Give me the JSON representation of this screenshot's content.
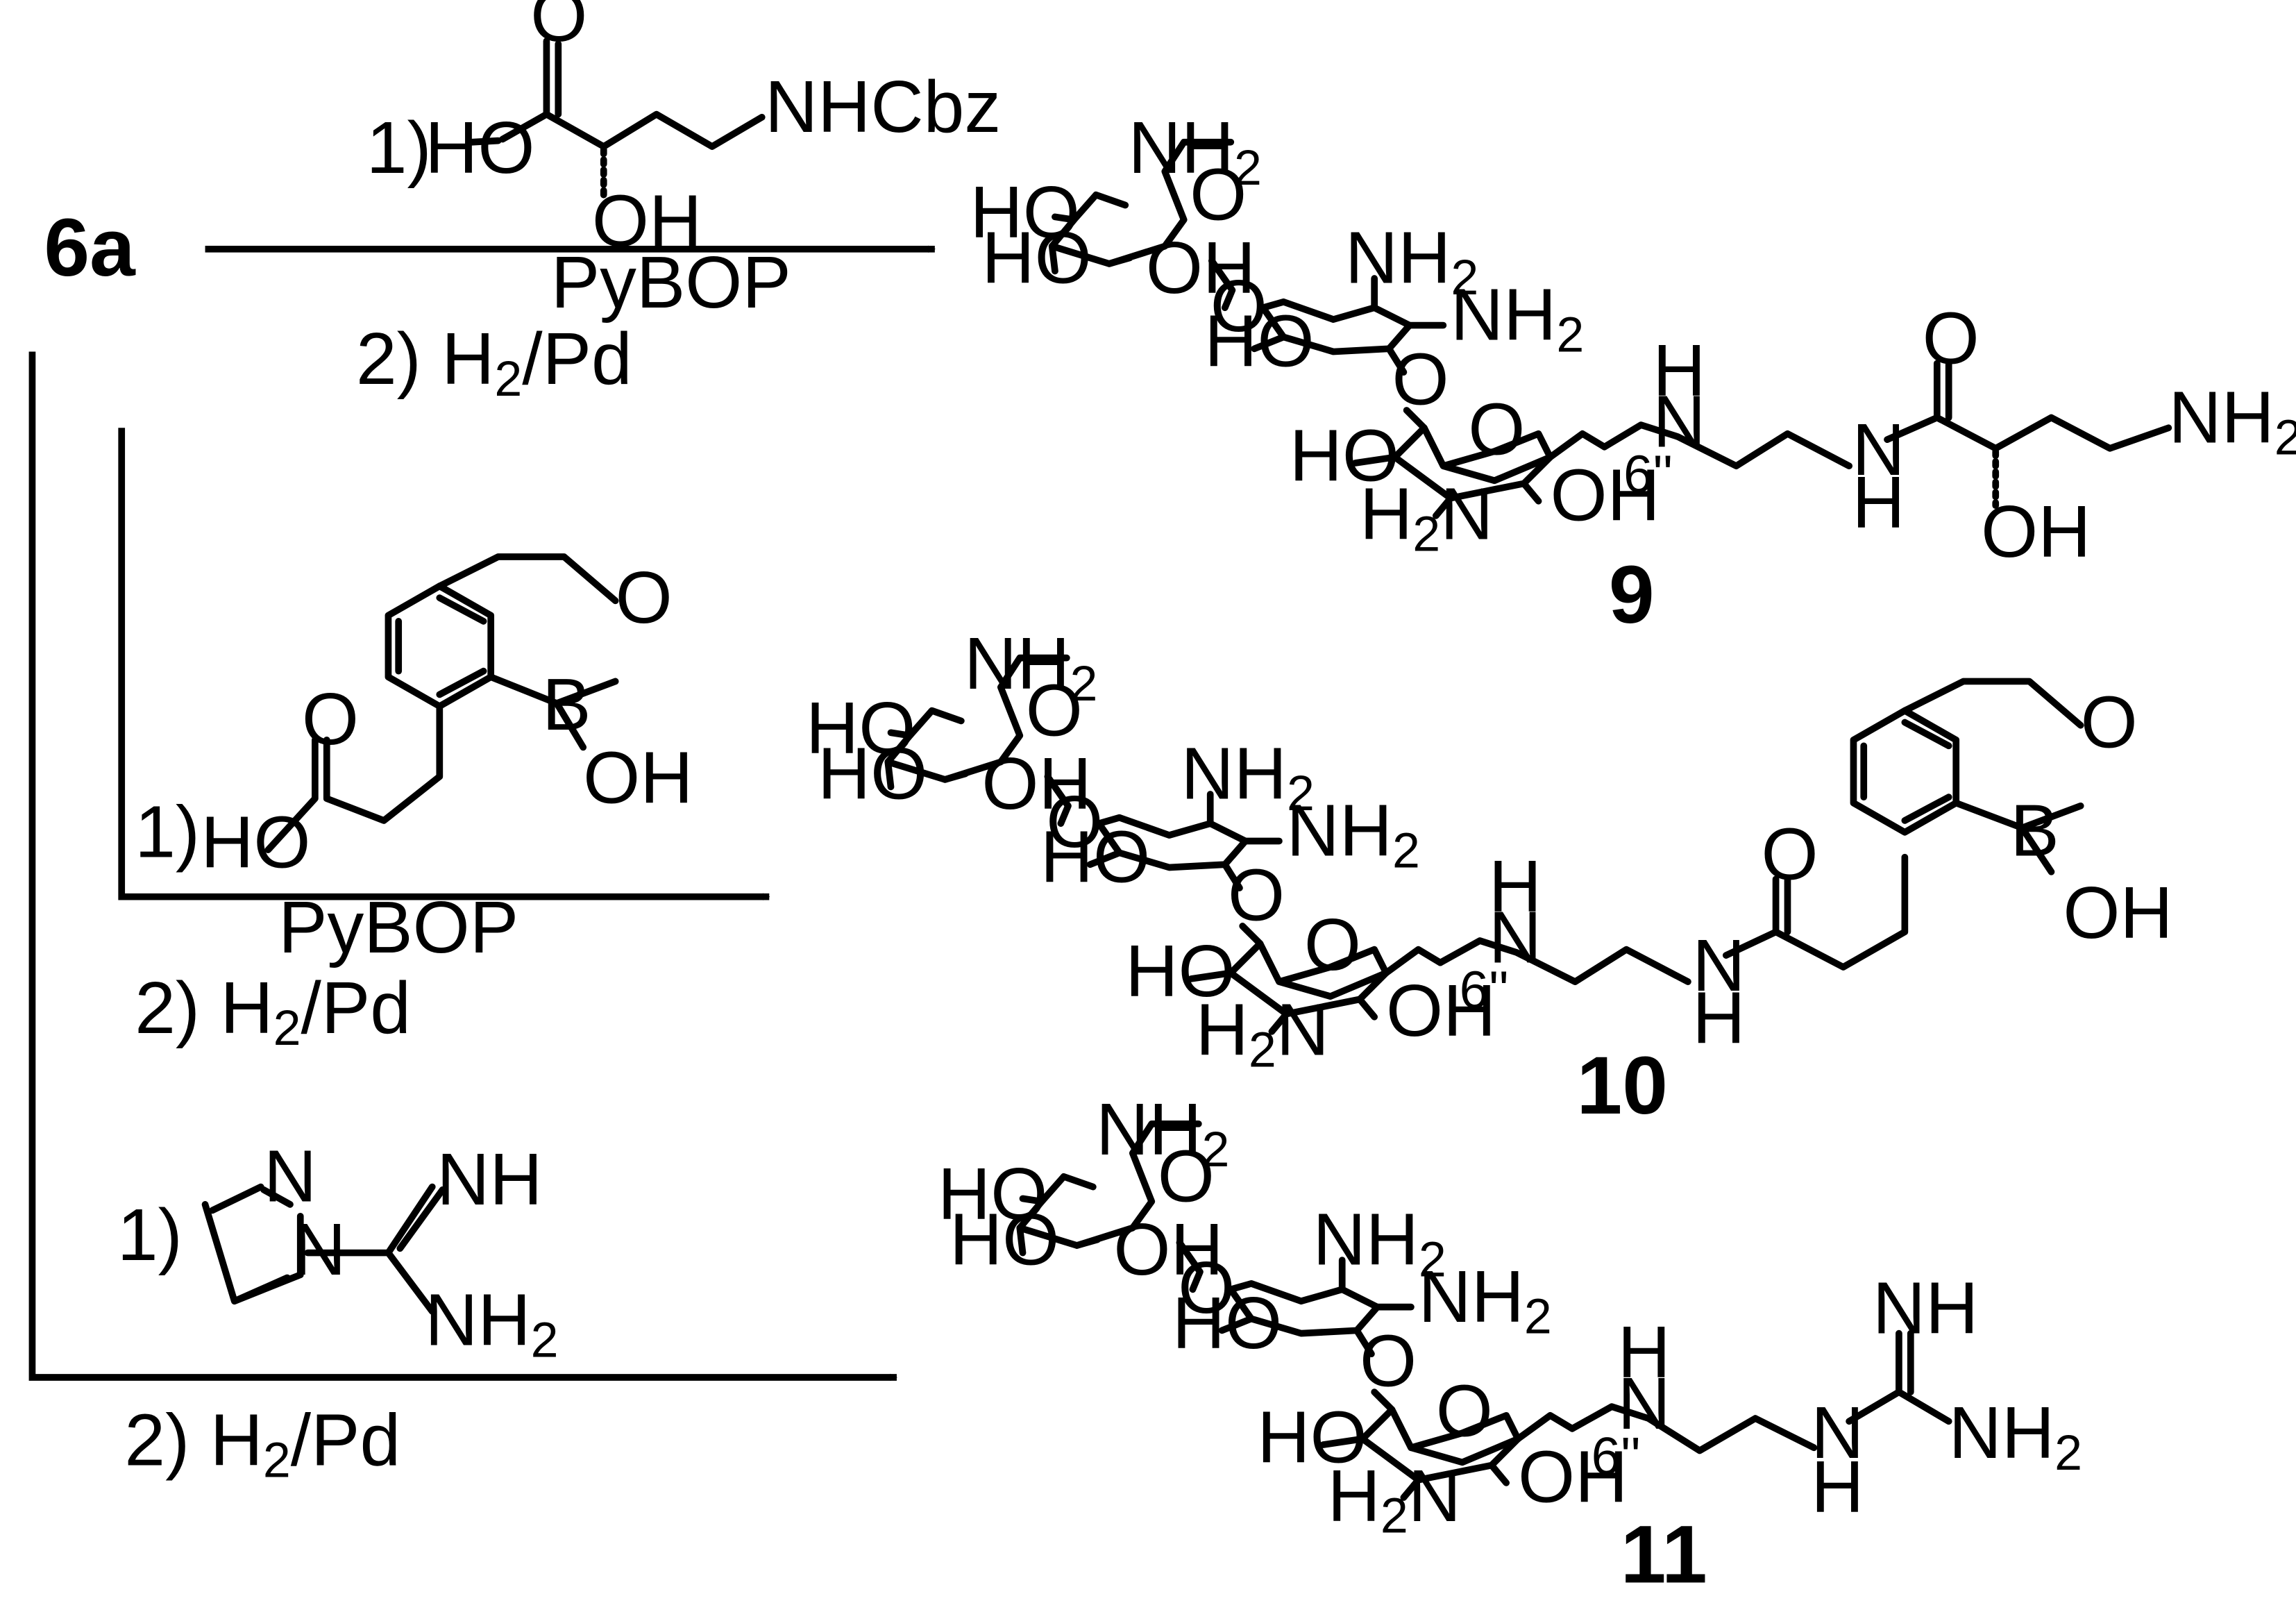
{
  "start_compound": "6a",
  "reagents": {
    "route_9": {
      "step1_label": "1)",
      "acid_ho": "HO",
      "acid_oh": "OH",
      "acid_nhcbz": "NHCbz",
      "acid_o": "O",
      "coupling": "PyBOP",
      "step2": "2) H",
      "step2_sub": "2",
      "step2_tail": "/Pd"
    },
    "route_10": {
      "step1_label": "1)",
      "acid_ho": "HO",
      "acid_o": "O",
      "ring_o": "O",
      "boron": "B",
      "boron_oh": "OH",
      "coupling": "PyBOP",
      "step2": "2) H",
      "step2_sub": "2",
      "step2_tail": "/Pd"
    },
    "route_11": {
      "step1_label": "1)",
      "pyrazole_n1": "N",
      "pyrazole_n2": "N",
      "imine": "NH",
      "amine": "NH",
      "amine_sub": "2",
      "step2": "2) H",
      "step2_sub": "2",
      "step2_tail": "/Pd"
    }
  },
  "products": {
    "p9": {
      "number": "9",
      "tail_o": "O",
      "tail_h": "H",
      "tail_n": "N",
      "tail_oh": "OH",
      "tail_nh2": "NH",
      "tail_nh2_sub": "2"
    },
    "p10": {
      "number": "10",
      "tail_o": "O",
      "tail_h": "H",
      "tail_n": "N",
      "ring_o": "O",
      "boron": "B",
      "boron_oh": "OH"
    },
    "p11": {
      "number": "11",
      "tail_h": "H",
      "tail_n": "N",
      "imine": "NH",
      "amine": "NH",
      "amine_sub": "2"
    }
  },
  "sugar_core": {
    "nh2_top": "NH",
    "nh2_sub": "2",
    "ring_o_top": "O",
    "ho_a": "HO",
    "ho_b": "HO",
    "oh_c": "OH",
    "link_o1": "O",
    "nh2_mid1": "NH",
    "nh2_mid2": "NH",
    "ho_mid": "HO",
    "link_o2": "O",
    "ring_o_bot": "O",
    "ho_bot": "HO",
    "h2n_bot": "H",
    "h2n_sub": "2",
    "h2n_n": "N",
    "oh_bot": "OH",
    "pos_label": "6''",
    "nh_h": "H",
    "nh_n": "N"
  }
}
